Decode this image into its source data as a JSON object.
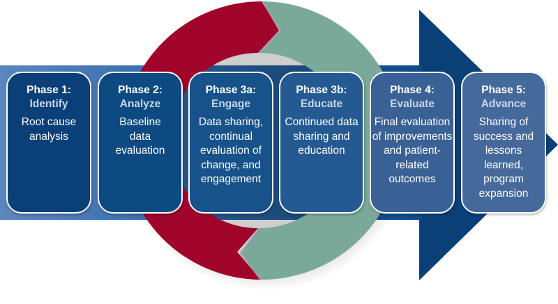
{
  "diagram": {
    "colors": {
      "band_left": "#5a86c0",
      "band_right": "#0d4a86",
      "arrow_navy": "#0b3f78",
      "cycle_red": "#a0042b",
      "cycle_teal": "#7aa899",
      "box_border": "#ffffff",
      "phase_name_color": "#c6d6ec"
    },
    "phases": [
      {
        "number": "Phase 1:",
        "name": "Identify",
        "description": "Root cause analysis",
        "color": "#0b3f78"
      },
      {
        "number": "Phase 2:",
        "name": "Analyze",
        "description": "Baseline data evaluation",
        "color": "#0e4a82"
      },
      {
        "number": "Phase 3a:",
        "name": "Engage",
        "description": "Data sharing, continual evaluation of change, and engagement",
        "color": "#17528b"
      },
      {
        "number": "Phase 3b:",
        "name": "Educate",
        "description": "Continued data sharing and education",
        "color": "#245a91"
      },
      {
        "number": "Phase 4:",
        "name": "Evaluate",
        "description": "Final evaluation of improvements and patient-related outcomes",
        "color": "#3a6196"
      },
      {
        "number": "Phase 5:",
        "name": "Advance",
        "description": "Sharing of success and lessons learned, program expansion",
        "color": "#46699c"
      }
    ]
  }
}
